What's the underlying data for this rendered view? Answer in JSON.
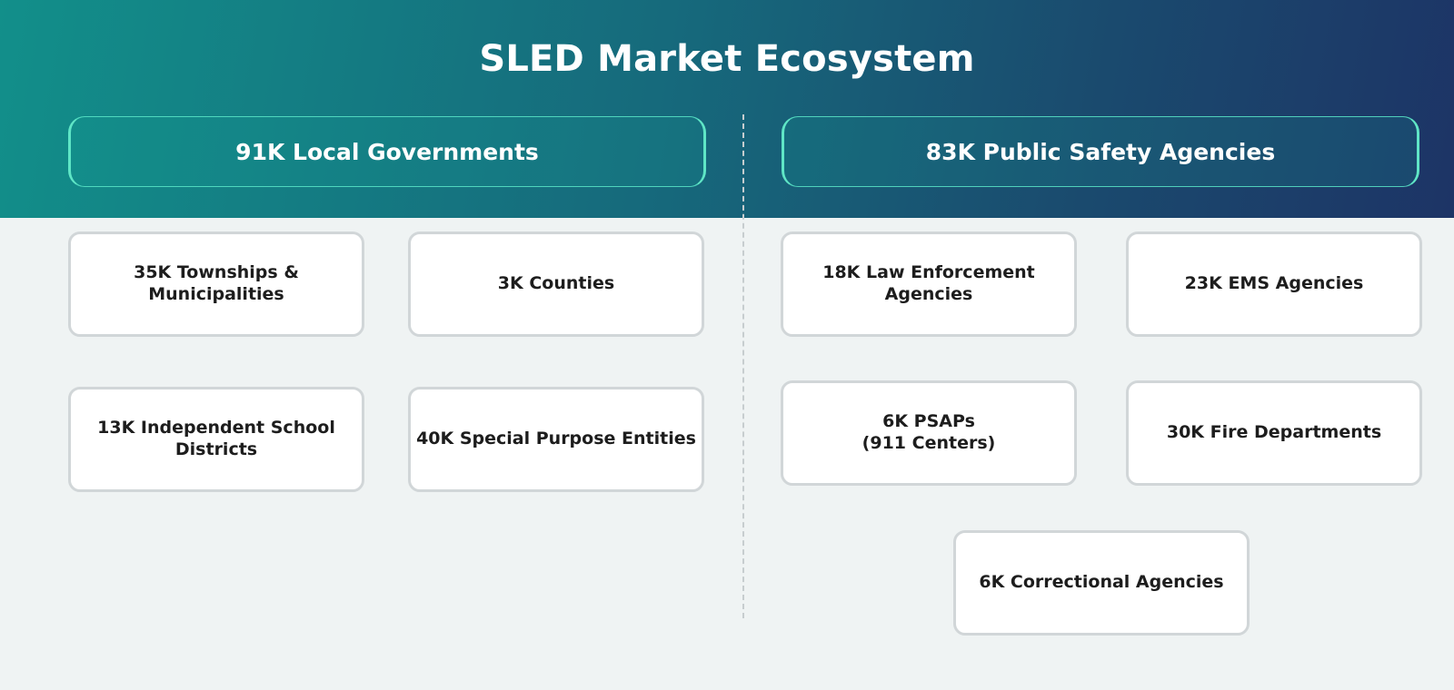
{
  "title": "SLED Market Ecosystem",
  "colors": {
    "header_gradient_start": "#128f8a",
    "header_gradient_end": "#1d3466",
    "group_header_border": "#5fe6c6",
    "page_background": "#eff3f3",
    "card_background": "#ffffff",
    "card_border": "#d1d6d8",
    "divider": "#c7cdcf"
  },
  "groups": {
    "local_governments": {
      "label": "91K Local Governments",
      "items": [
        "35K Townships & Municipalities",
        "3K Counties",
        "13K Independent School Districts",
        "40K Special Purpose Entities"
      ]
    },
    "public_safety": {
      "label": "83K Public Safety Agencies",
      "items": [
        "18K Law Enforcement Agencies",
        "23K EMS Agencies",
        "6K PSAPs",
        "(911 Centers)",
        "30K Fire Departments",
        "6K Correctional Agencies"
      ]
    }
  }
}
